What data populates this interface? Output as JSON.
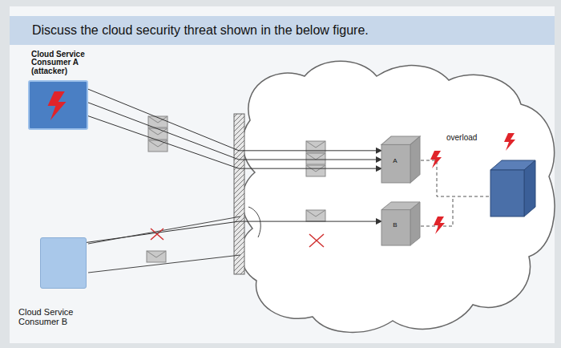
{
  "diagram": {
    "title": "Discuss the cloud security threat shown in the below figure.",
    "nodes": [
      {
        "text": [
          "Cloud Service Consumer A (attacker)"
        ]
      },
      {
        "text": [
          "Cloud Service Consumer B"
        ]
      },
      {
        "text": [
          "A"
        ]
      },
      {
        "text": [
          "B"
        ]
      }
    ],
    "edges": [
      {
        "from": 0,
        "to": 2,
        "arrow": "to"
      },
      {
        "from": 0,
        "to": 2,
        "arrow": "to"
      },
      {
        "from": 0,
        "to": 2,
        "arrow": "to"
      },
      {
        "from": 1,
        "to": 3,
        "arrow": "to"
      }
    ],
    "labels": [
      "overload"
    ]
  }
}
